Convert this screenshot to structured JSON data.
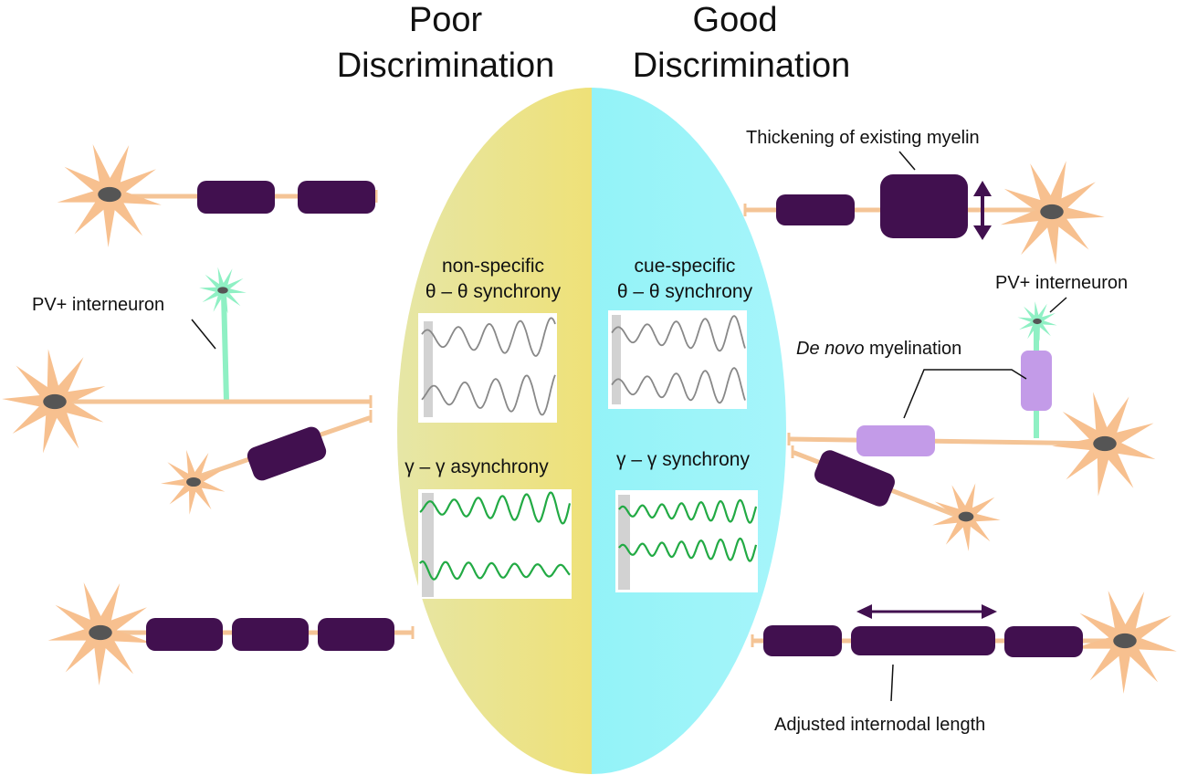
{
  "headings": {
    "left": [
      "Poor",
      "Discrimination"
    ],
    "right": [
      "Good",
      "Discrimination"
    ]
  },
  "center": {
    "left_theta": [
      "non-specific",
      "θ – θ  synchrony"
    ],
    "right_theta": [
      "cue-specific",
      "θ – θ  synchrony"
    ],
    "left_gamma": "γ – γ  asynchrony",
    "right_gamma": "γ – γ  synchrony"
  },
  "labels": {
    "pv_left": "PV+ interneuron",
    "pv_right": "PV+ interneuron",
    "thickening": "Thickening of existing myelin",
    "de_novo_italic": "De novo",
    "de_novo_rest": " myelination",
    "internodal": "Adjusted internodal length"
  },
  "colors": {
    "neuron": "#f7c08f",
    "axon": "#f4c496",
    "myelin": "#41104f",
    "new_myelin": "#c39be8",
    "interneuron": "#8ff0c4",
    "poor_gradient": [
      "#e6e6a6",
      "#f7dc4a"
    ],
    "good_gradient": [
      "#7ff0f5",
      "#a6f5fa"
    ],
    "theta_wave": "#888888",
    "gamma_wave": "#22aa44"
  }
}
